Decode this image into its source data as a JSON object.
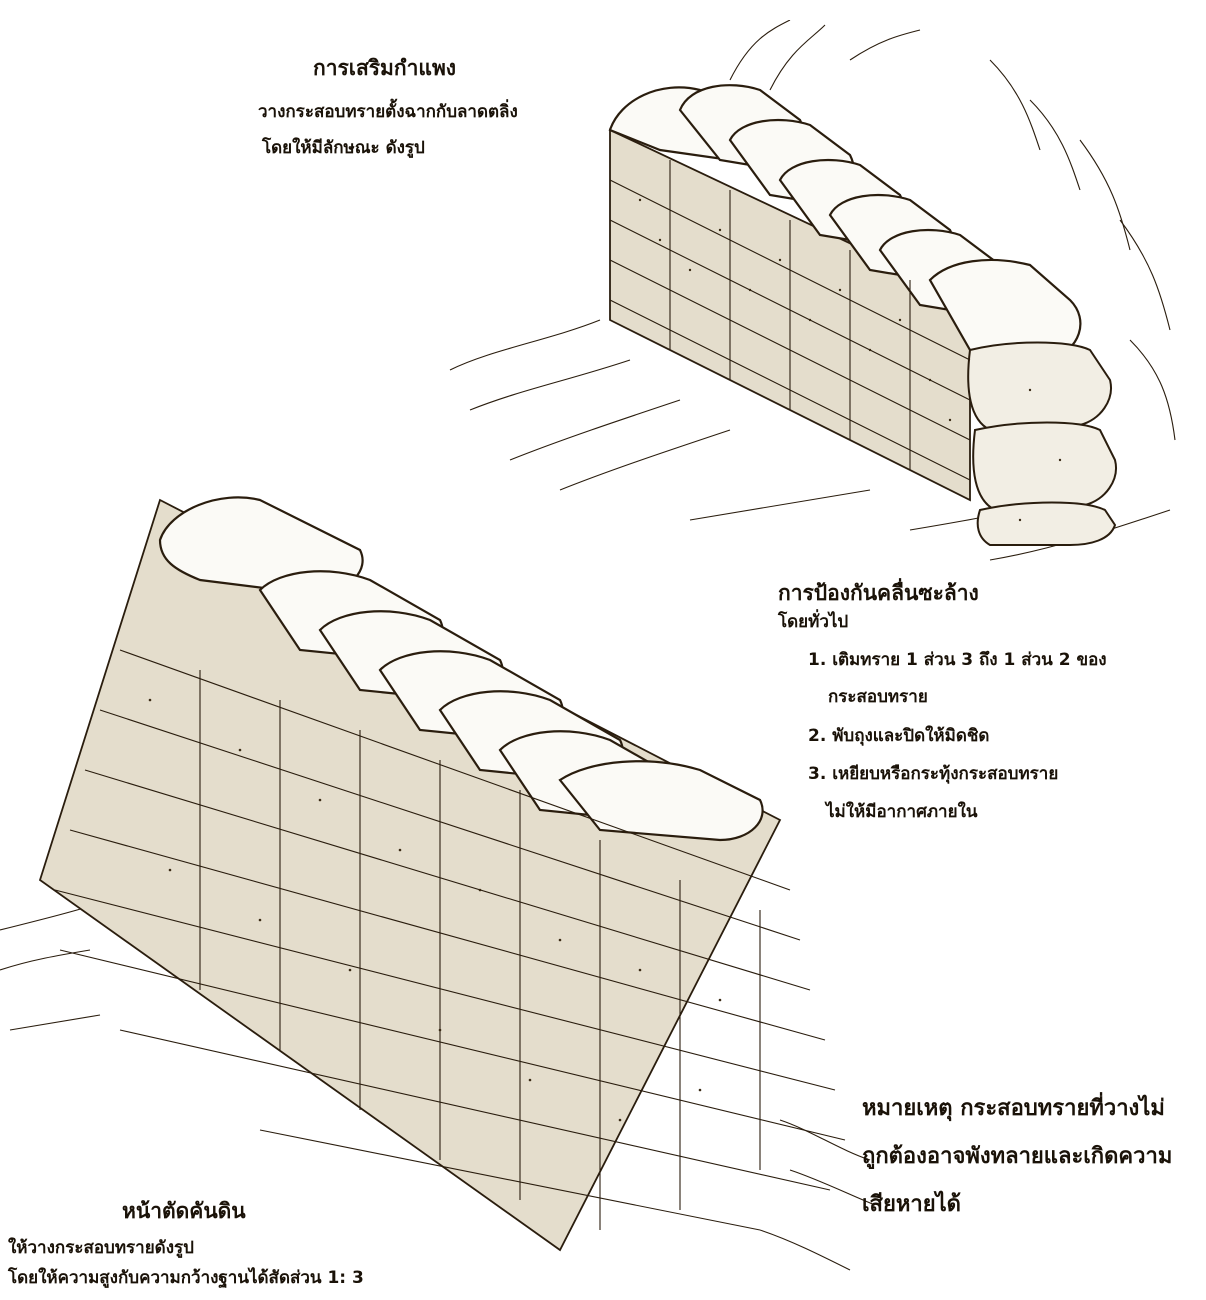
{
  "wall": {
    "title": "การเสริมกำแพง",
    "lines": [
      "วางกระสอบทรายตั้งฉากกับลาดตลิ่ง",
      "โดยให้มีลักษณะ ดังรูป"
    ]
  },
  "prevent": {
    "title": "การป้องกันคลื่นซะล้าง",
    "subtitle": "โดยทั่วไป",
    "items": [
      "1. เติมทราย 1 ส่วน 3 ถึง 1 ส่วน 2 ของ",
      "กระสอบทราย",
      "2. พับถุงและปิดให้มิดชิด",
      "3. เหยียบหรือกระทุ้งกระสอบทราย",
      "ไม่ให้มีอากาศภายใน"
    ]
  },
  "note": {
    "lines": [
      "หมายเหตุ  กระสอบทรายที่วางไม่",
      "ถูกต้องอาจพังทลายและเกิดความ",
      "เสียหายได้"
    ]
  },
  "section": {
    "title": "หน้าตัดคันดิน",
    "lines": [
      "ให้วางกระสอบทรายดังรูป",
      "โดยให้ความสูงกับความกว้างฐานได้สัดส่วน 1: 3"
    ]
  },
  "colors": {
    "ink": "#2a1d0e",
    "paper": "#ffffff"
  }
}
